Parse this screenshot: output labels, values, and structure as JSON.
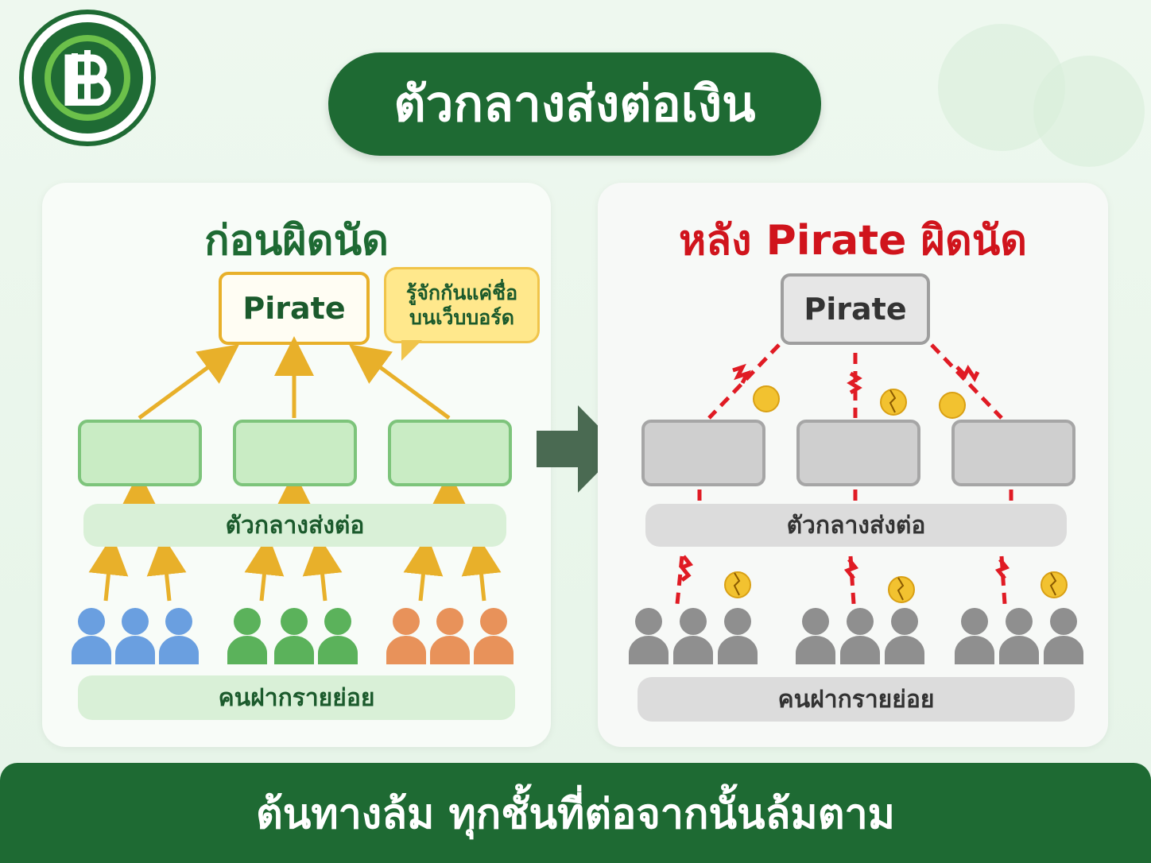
{
  "title": "ตัวกลางส่งต่อเงิน",
  "logo": {
    "symbol": "฿",
    "icon": "baht-icon"
  },
  "before": {
    "heading": "ก่อนผิดนัด",
    "top_node": "Pirate",
    "bubble": "รู้จักกันแค่ชื่อ\nบนเว็บบอร์ด",
    "intermediaries_label": "ตัวกลางส่งต่อ",
    "depositors_label": "คนฝากรายย่อย",
    "group_colors": [
      "#6a9fe0",
      "#5bb25b",
      "#e8925a"
    ]
  },
  "after": {
    "heading": "หลัง Pirate ผิดนัด",
    "top_node": "Pirate",
    "intermediaries_label": "ตัวกลางส่งต่อ",
    "depositors_label": "คนฝากรายย่อย",
    "person_color": "#8f8f8f",
    "break_color": "#e01b24",
    "coin_color": "#f2c230"
  },
  "footer": "ต้นทางล้ม ทุกชั้นที่ต่อจากนั้นล้มตาม",
  "colors": {
    "brand": "#1e6a33",
    "accent_yellow": "#e8b02a",
    "alert_red": "#d0141c"
  }
}
